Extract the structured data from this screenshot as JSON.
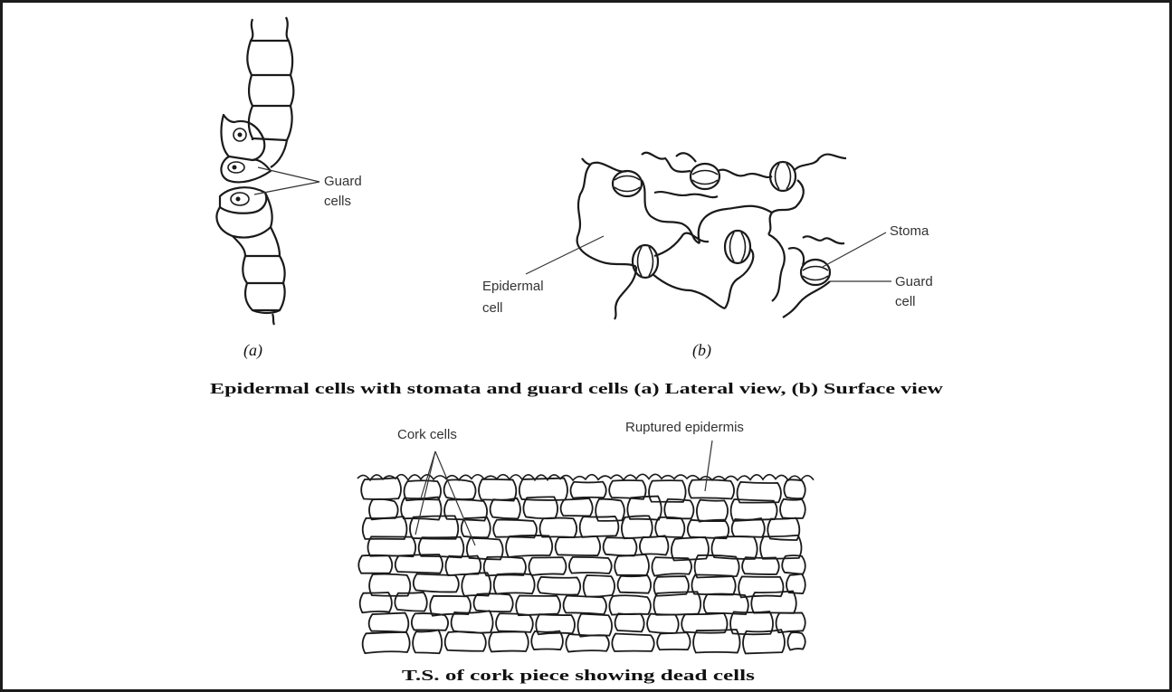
{
  "figure_top": {
    "panel_a": {
      "label": "(a)",
      "guard_cells_label": [
        "Guard",
        "cells"
      ]
    },
    "panel_b": {
      "label": "(b)",
      "stoma_label": "Stoma",
      "guard_cell_label": [
        "Guard",
        "cell"
      ],
      "epidermal_cell_label": [
        "Epidermal",
        "cell"
      ]
    },
    "caption": "Epidermal cells with stomata and guard cells (a) Lateral view, (b) Surface view"
  },
  "figure_bottom": {
    "cork_cells_label": "Cork cells",
    "ruptured_epidermis_label": "Ruptured epidermis",
    "caption": "T.S. of cork piece showing dead cells"
  },
  "colors": {
    "ink": "#1a1a1a",
    "background": "#ffffff"
  }
}
